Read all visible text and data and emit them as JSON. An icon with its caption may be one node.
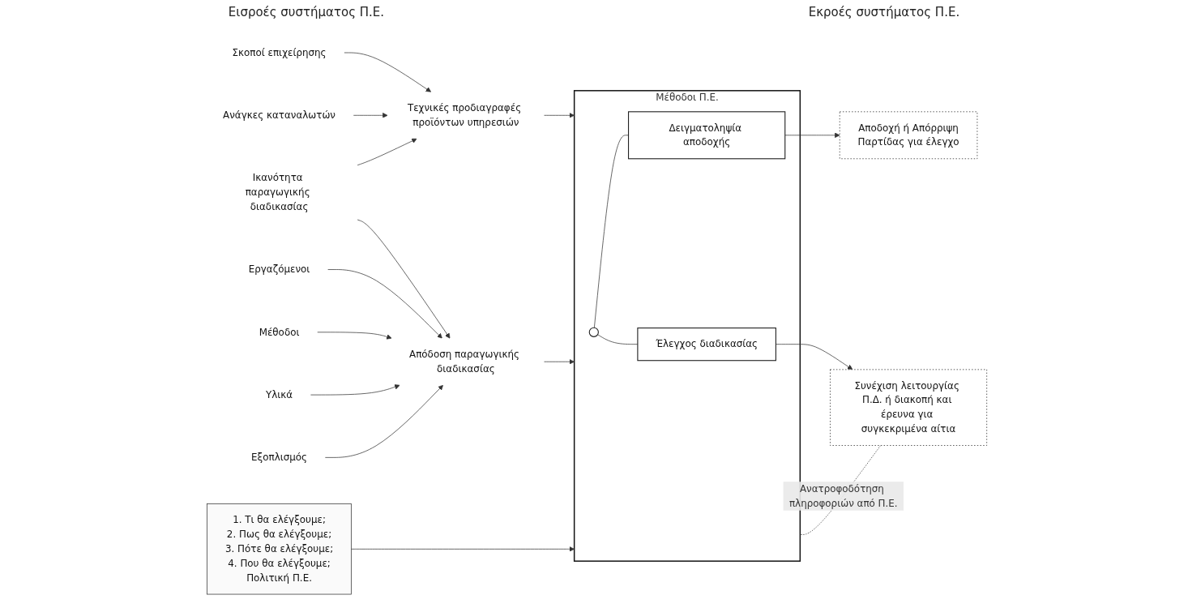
{
  "diagram": {
    "nodes": [
      {
        "text": [
          "Σκοποί επιχείρησης"
        ]
      },
      {
        "text": [
          "Ανάγκες καταναλωτών"
        ]
      },
      {
        "text": [
          "Ικανότητα παραγωγικής διαδικασίας"
        ]
      },
      {
        "text": [
          "Εργαζόμενοι"
        ]
      },
      {
        "text": [
          "Μέθοδοι"
        ]
      },
      {
        "text": [
          "Υλικά"
        ]
      },
      {
        "text": [
          "Εξοπλισμός"
        ]
      },
      {
        "text": [
          "Τεχνικές προδιαγραφές προϊόντων υπηρεσιών"
        ]
      },
      {
        "text": [
          "Απόδοση παραγωγικής διαδικασίας"
        ]
      },
      {
        "text": [
          "1. Τι θα ελέγξουμε;",
          "2. Πως θα ελέγξουμε;",
          "3. Πότε θα ελέγξουμε;",
          "4. Που θα ελέγξουμε;",
          "Πολιτική Π.Ε."
        ]
      },
      {
        "text": [
          "Μέθοδοι Π.Ε."
        ]
      },
      {
        "text": [],
        "shape": "circle",
        "in": 10
      },
      {
        "text": [
          "Δειγματοληψία αποδοχής"
        ],
        "in": 10
      },
      {
        "text": [
          "Έλεγχος διαδικασίας"
        ],
        "in": 10
      },
      {
        "text": [
          "Αποδοχή ή Απόρριψη",
          "Παρτίδας για έλεγχο"
        ]
      },
      {
        "text": [
          "Συνέχιση λειτουργίας Π.Δ. ή διακοπή και έρευνα για συγκεκριμένα αίτια"
        ]
      }
    ],
    "edges": [
      {
        "from": 0,
        "to": 7,
        "arrow": "to"
      },
      {
        "from": 1,
        "to": 7,
        "arrow": "to"
      },
      {
        "from": 2,
        "to": 7,
        "arrow": "to"
      },
      {
        "from": 2,
        "to": 8,
        "arrow": "to"
      },
      {
        "from": 3,
        "to": 8,
        "arrow": "to"
      },
      {
        "from": 4,
        "to": 8,
        "arrow": "to"
      },
      {
        "from": 5,
        "to": 8,
        "arrow": "to"
      },
      {
        "from": 6,
        "to": 8,
        "arrow": "to"
      },
      {
        "from": 7,
        "to": 10,
        "arrow": "to"
      },
      {
        "from": 8,
        "to": 10,
        "arrow": "to"
      },
      {
        "from": 9,
        "to": 10,
        "arrow": "to"
      },
      {
        "from": 11,
        "to": 12,
        "arrow": "none"
      },
      {
        "from": 11,
        "to": 13,
        "arrow": "none"
      },
      {
        "from": 12,
        "to": 14,
        "arrow": "to"
      },
      {
        "from": 13,
        "to": 15,
        "arrow": "to"
      },
      {
        "from": 15,
        "to": 10,
        "arrow": "none",
        "style": "dashed",
        "label": "Ανατροφοδότηση πληροφοριών από Π.Ε."
      }
    ],
    "labels": [
      "Εισροές συστήματος Π.Ε.",
      "Εκροές συστήματος Π.Ε."
    ]
  }
}
